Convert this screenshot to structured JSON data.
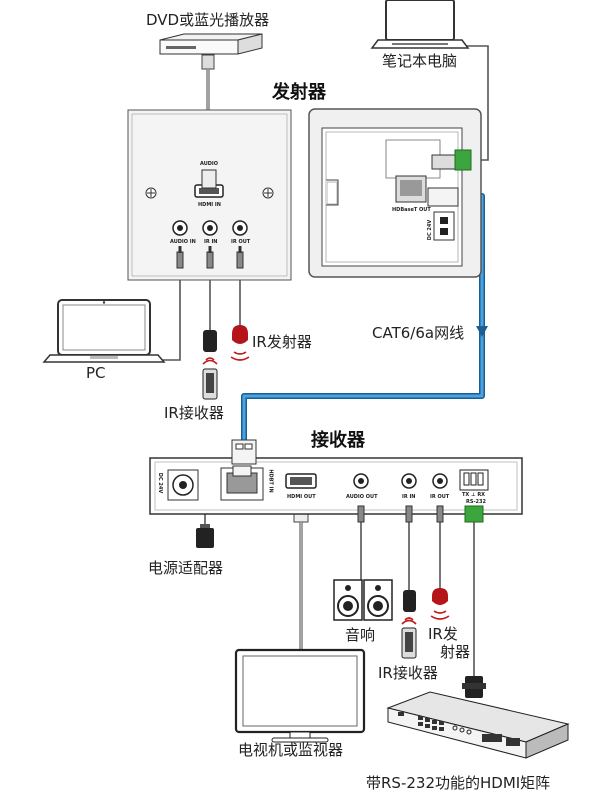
{
  "labels": {
    "dvd": "DVD或蓝光播放器",
    "laptop": "笔记本电脑",
    "transmitter": "发射器",
    "pc": "PC",
    "ir_emitter_tx": "IR发射器",
    "ir_receiver_tx": "IR接收器",
    "cable": "CAT6/6a网线",
    "receiver": "接收器",
    "power_adapter": "电源适配器",
    "speaker": "音响",
    "ir_emitter_rx_line1": "IR发",
    "ir_emitter_rx_line2": "射器",
    "ir_receiver_rx": "IR接收器",
    "tv": "电视机或监视器",
    "matrix": "带RS-232功能的HDMI矩阵"
  },
  "wallplate_ports": {
    "hdmi": "HDMI IN",
    "audio_in": "AUDIO IN",
    "ir_in": "IR IN",
    "ir_out": "IR OUT",
    "top": "AUDIO"
  },
  "tx_ports": {
    "hdbaset": "HDBaseT OUT",
    "dc": "DC 24V"
  },
  "rx_ports": {
    "dc": "DC 24V",
    "hdbaset": "HDBT IN",
    "hdmi": "HDMI OUT",
    "audio_out": "AUDIO OUT",
    "ir_in": "IR IN",
    "ir_out": "IR OUT",
    "rs232": "TX  ⊥  RX",
    "rs232_sub": "RS-232"
  },
  "colors": {
    "cable": "#2c86c8",
    "ir_emitter": "#b4151b",
    "line": "#555555",
    "device_stroke": "#333333"
  }
}
